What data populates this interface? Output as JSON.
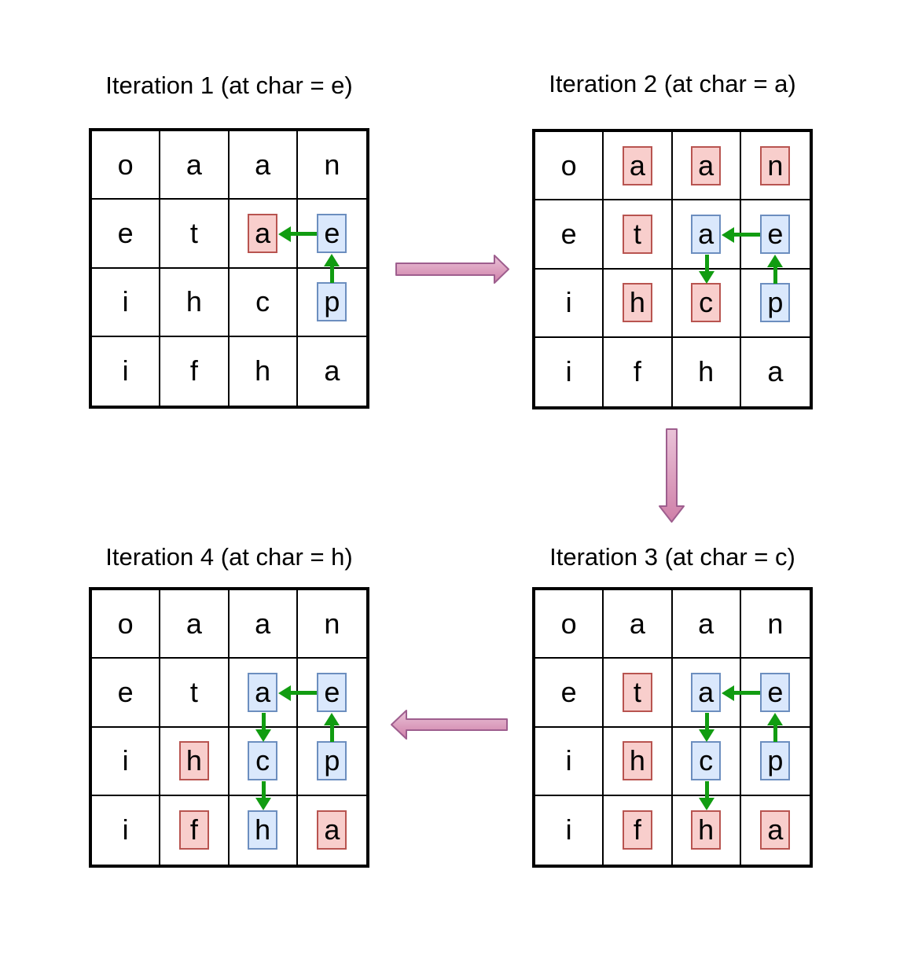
{
  "diagram": {
    "description_text": "",
    "grid_letters": [
      [
        "o",
        "a",
        "a",
        "n"
      ],
      [
        "e",
        "t",
        "a",
        "e"
      ],
      [
        "i",
        "h",
        "c",
        "p"
      ],
      [
        "i",
        "f",
        "h",
        "a"
      ]
    ],
    "iterations": [
      {
        "title": "Iteration 1 (at char = e)",
        "position": "top-left",
        "red_cells": [
          [
            1,
            2
          ]
        ],
        "blue_cells": [
          [
            1,
            3
          ],
          [
            2,
            3
          ]
        ],
        "arrows": [
          {
            "from": [
              1,
              3
            ],
            "to": [
              1,
              2
            ]
          },
          {
            "from": [
              2,
              3
            ],
            "to": [
              1,
              3
            ]
          }
        ]
      },
      {
        "title": "Iteration 2 (at char = a)",
        "position": "top-right",
        "red_cells": [
          [
            0,
            1
          ],
          [
            0,
            2
          ],
          [
            0,
            3
          ],
          [
            1,
            1
          ],
          [
            2,
            1
          ],
          [
            2,
            2
          ]
        ],
        "blue_cells": [
          [
            1,
            2
          ],
          [
            1,
            3
          ],
          [
            2,
            3
          ]
        ],
        "arrows": [
          {
            "from": [
              1,
              3
            ],
            "to": [
              1,
              2
            ]
          },
          {
            "from": [
              1,
              2
            ],
            "to": [
              2,
              2
            ]
          },
          {
            "from": [
              2,
              3
            ],
            "to": [
              1,
              3
            ]
          }
        ]
      },
      {
        "title": "Iteration 3 (at char = c)",
        "position": "bottom-right",
        "red_cells": [
          [
            1,
            1
          ],
          [
            2,
            1
          ],
          [
            3,
            1
          ],
          [
            3,
            2
          ],
          [
            3,
            3
          ]
        ],
        "blue_cells": [
          [
            1,
            2
          ],
          [
            1,
            3
          ],
          [
            2,
            2
          ],
          [
            2,
            3
          ]
        ],
        "arrows": [
          {
            "from": [
              1,
              3
            ],
            "to": [
              1,
              2
            ]
          },
          {
            "from": [
              1,
              2
            ],
            "to": [
              2,
              2
            ]
          },
          {
            "from": [
              2,
              2
            ],
            "to": [
              3,
              2
            ]
          },
          {
            "from": [
              2,
              3
            ],
            "to": [
              1,
              3
            ]
          }
        ]
      },
      {
        "title": "Iteration 4 (at char = h)",
        "position": "bottom-left",
        "red_cells": [
          [
            2,
            1
          ],
          [
            3,
            1
          ],
          [
            3,
            3
          ]
        ],
        "blue_cells": [
          [
            1,
            2
          ],
          [
            1,
            3
          ],
          [
            2,
            2
          ],
          [
            2,
            3
          ],
          [
            3,
            2
          ]
        ],
        "arrows": [
          {
            "from": [
              1,
              3
            ],
            "to": [
              1,
              2
            ]
          },
          {
            "from": [
              1,
              2
            ],
            "to": [
              2,
              2
            ]
          },
          {
            "from": [
              2,
              2
            ],
            "to": [
              3,
              2
            ]
          },
          {
            "from": [
              2,
              3
            ],
            "to": [
              1,
              3
            ]
          }
        ]
      }
    ],
    "flow_arrows": [
      {
        "direction": "right",
        "connects": "iteration-1-to-iteration-2"
      },
      {
        "direction": "down",
        "connects": "iteration-2-to-iteration-3"
      },
      {
        "direction": "left",
        "connects": "iteration-3-to-iteration-4"
      }
    ],
    "colors": {
      "background": "#ffffff",
      "grid_line": "#000000",
      "visited_fill": "#f8cecc",
      "visited_stroke": "#b85450",
      "path_fill": "#dae8fc",
      "path_stroke": "#6c8ebf",
      "path_arrow_green": "#119c11",
      "flow_arrow_fill_light": "#eac3d8",
      "flow_arrow_fill_dark": "#cf7fa8",
      "flow_arrow_stroke": "#9e5e8e"
    }
  }
}
